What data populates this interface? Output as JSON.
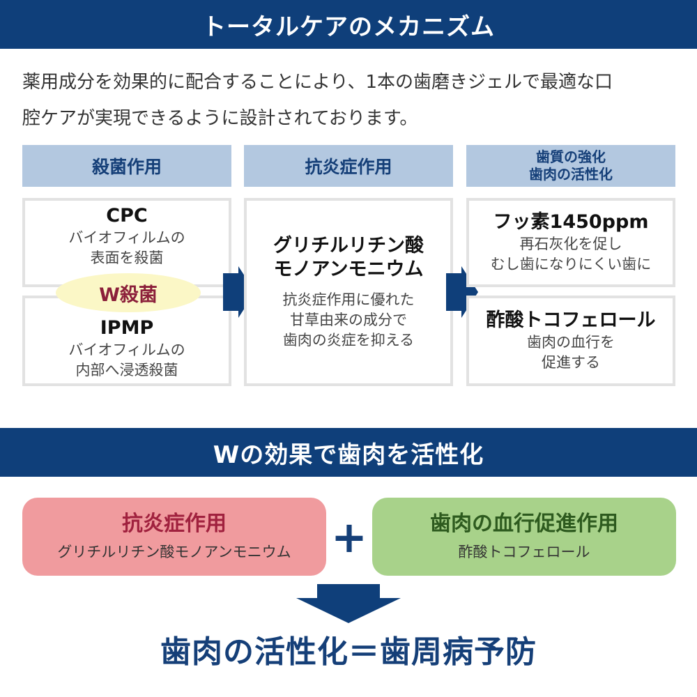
{
  "header": {
    "title": "トータルケアのメカニズム"
  },
  "intro": {
    "line1": "薬用成分を効果的に配合することにより、1本の歯磨きジェルで最適な口",
    "line2": "腔ケアが実現できるように設計されております。"
  },
  "columns": [
    {
      "heading": "殺菌作用",
      "cards": [
        {
          "title": "CPC",
          "desc1": "バイオフィルムの",
          "desc2": "表面を殺菌"
        },
        {
          "title": "IPMP",
          "desc1": "バイオフィルムの",
          "desc2": "内部へ浸透殺菌"
        }
      ],
      "badge": "W殺菌"
    },
    {
      "heading": "抗炎症作用",
      "cards": [
        {
          "title1": "グリチルリチン酸",
          "title2": "モノアンモニウム",
          "desc1": "抗炎症作用に優れた",
          "desc2": "甘草由来の成分で",
          "desc3": "歯肉の炎症を抑える"
        }
      ]
    },
    {
      "heading1": "歯質の強化",
      "heading2": "歯肉の活性化",
      "cards": [
        {
          "title": "フッ素1450ppm",
          "desc1": "再石灰化を促し",
          "desc2": "むし歯になりにくい歯に"
        },
        {
          "title": "酢酸トコフェロール",
          "desc1": "歯肉の血行を",
          "desc2": "促進する"
        }
      ]
    }
  ],
  "section2": {
    "title": "Wの効果で歯肉を活性化"
  },
  "effects": [
    {
      "title": "抗炎症作用",
      "sub": "グリチルリチン酸モノアンモニウム"
    },
    {
      "title": "歯肉の血行促進作用",
      "sub": "酢酸トコフェロール"
    }
  ],
  "plus_symbol": "+",
  "conclusion": "歯肉の活性化＝歯周病予防",
  "colors": {
    "navy": "#0f3f7a",
    "header_light_blue": "#b3c8e0",
    "pink": "#f09b9e",
    "green": "#a8d28a",
    "badge_yellow": "#fbf7c6"
  }
}
